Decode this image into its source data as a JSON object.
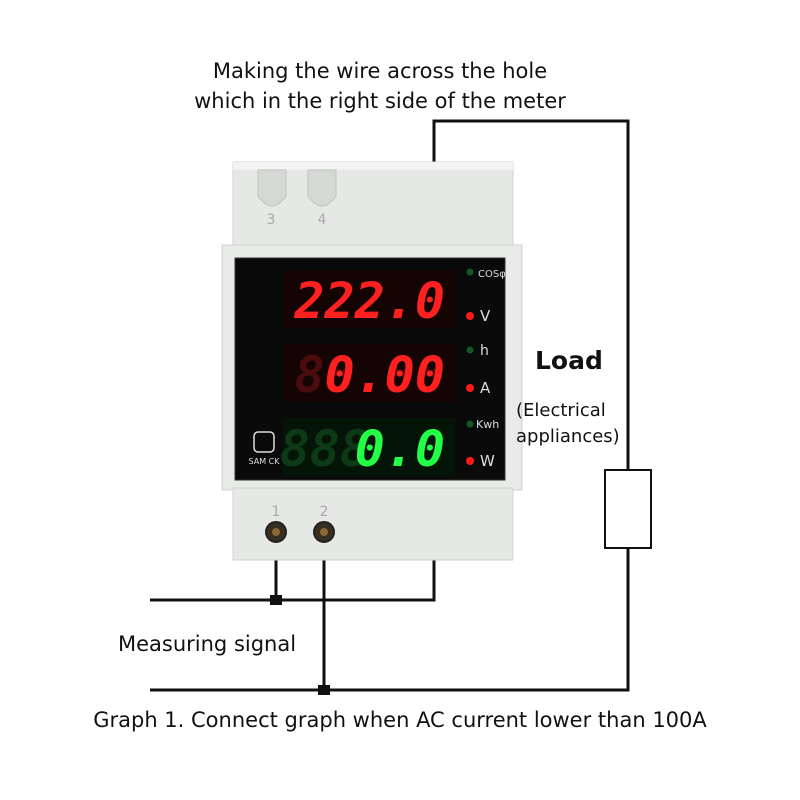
{
  "top_note": {
    "line1": "Making the wire across the hole",
    "line2": "which in the right side of the meter"
  },
  "meter": {
    "terminals_top": [
      "3",
      "4"
    ],
    "terminals_bottom": [
      "1",
      "2"
    ],
    "row1": {
      "ghost": "888.8",
      "value": "222.0",
      "indicator_top": "COSφ",
      "indicator_bottom": "V"
    },
    "row2": {
      "ghost": "88.88",
      "value": "0.00",
      "indicator_top": "h",
      "indicator_bottom": "A"
    },
    "row3": {
      "ghost": "888",
      "value": "0.0",
      "indicator_top": "Kwh",
      "indicator_bottom": "W"
    },
    "button_label": "SAM CK",
    "colors": {
      "red": "#ff2020",
      "green": "#22ff44",
      "ghost_red": "#4a0c0c",
      "ghost_green": "#0c3a16",
      "dot_red": "#ff1a1a",
      "dot_green": "#0f5a22"
    }
  },
  "load": {
    "title": "Load",
    "subtitle_line1": "(Electrical",
    "subtitle_line2": "appliances)"
  },
  "measuring_label": "Measuring signal",
  "caption": "Graph 1. Connect graph when AC current lower than 100A"
}
